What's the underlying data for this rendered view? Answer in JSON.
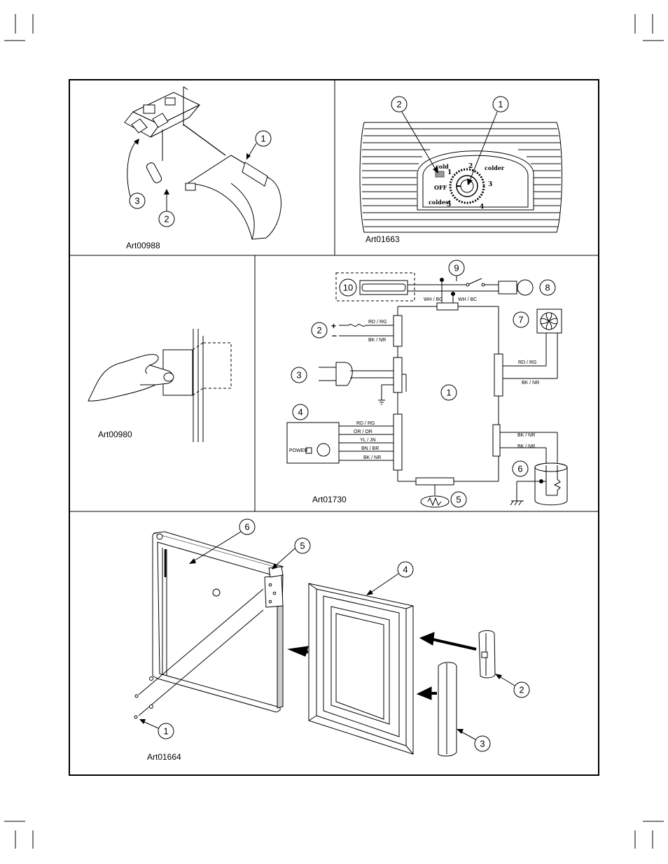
{
  "panels": {
    "top_left": {
      "art_label": "Art00988",
      "callouts": [
        "1",
        "2",
        "3"
      ]
    },
    "top_right": {
      "art_label": "Art01663",
      "callouts": [
        "2",
        "1"
      ],
      "dial": {
        "cold": "cold",
        "colder": "colder",
        "coldest": "coldest",
        "off": "OFF",
        "positions": [
          "1",
          "2",
          "3",
          "4",
          "5"
        ]
      }
    },
    "middle_left": {
      "art_label": "Art00980"
    },
    "middle_right": {
      "art_label": "Art01730",
      "callouts": [
        "1",
        "2",
        "3",
        "4",
        "5",
        "6",
        "7",
        "8",
        "9",
        "10"
      ],
      "power_label": "POWER",
      "plus": "+",
      "minus": "−",
      "wires": {
        "wh_bc_left": "WH / BC",
        "wh_bc_right": "WH / BC",
        "rd_rg_supply": "RD / RG",
        "bk_nr_supply": "BK / NR",
        "rd_rg_fan": "RD / RG",
        "bk_nr_fan": "BK / NR",
        "rd_rg_ctrl": "RD / RG",
        "or_or_ctrl": "OR / OR",
        "yl_jn_ctrl": "YL / JN",
        "bn_br_ctrl": "BN / BR",
        "bk_nr_ctrl": "BK / NR",
        "bk_nr_heater_1": "BK / NR",
        "bk_nr_heater_2": "BK / NR"
      }
    },
    "bottom": {
      "art_label": "Art01664",
      "callouts": [
        "6",
        "5",
        "4",
        "2",
        "1",
        "3"
      ]
    }
  }
}
